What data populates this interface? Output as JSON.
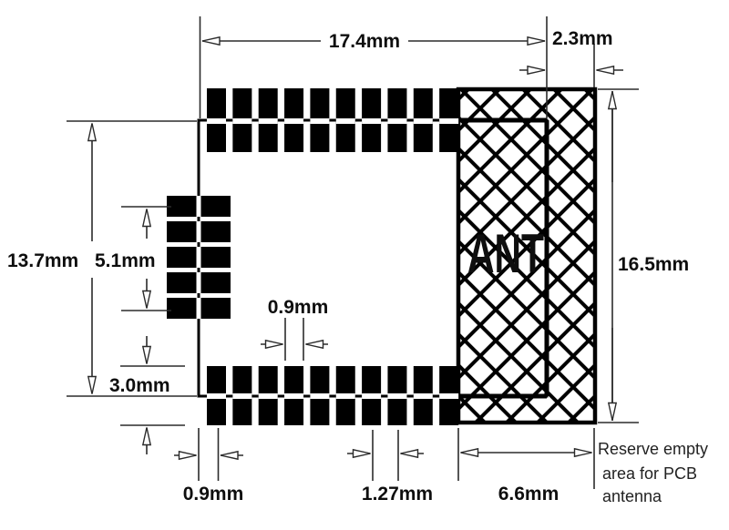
{
  "diagram": {
    "dims": {
      "module_width": "17.4mm",
      "antenna_clearance": "2.3mm",
      "module_height": "13.7mm",
      "side_pads_span": "5.1mm",
      "bottom_pad_length": "3.0mm",
      "edge_to_pad": "0.9mm",
      "pad_width": "0.9mm",
      "pad_pitch": "1.27mm",
      "antenna_width": "6.6mm",
      "antenna_height": "16.5mm"
    },
    "ant_label": "ANT",
    "note": [
      "Reserve empty",
      "area for PCB",
      "antenna"
    ],
    "pads": {
      "top_count": 10,
      "bottom_count": 10,
      "left_count": 5
    },
    "colors": {
      "ink": "#000000",
      "background": "#ffffff"
    }
  }
}
